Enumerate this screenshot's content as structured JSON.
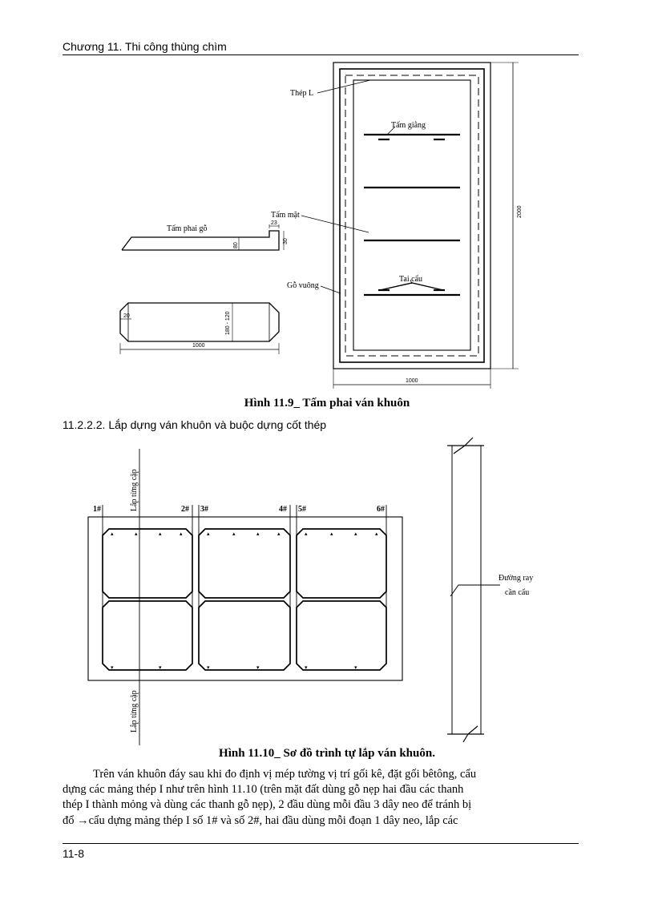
{
  "header": {
    "chapter": "Chương 11. Thi công thùng chìm"
  },
  "figure_9": {
    "caption": "Hình 11.9_ Tấm phai ván khuôn",
    "labels": {
      "thep_l": "Thép L",
      "tam_giang": "Tấm giằng",
      "tam_mat": "Tấm mặt",
      "go_vuong": "Gỗ vuông",
      "tai_cau": "Tai cẩu",
      "tam_phai_go": "Tấm phai gỗ"
    },
    "dims": {
      "height": "2000",
      "width": "1000",
      "plank_length": "1000",
      "plank_width": "180 - 120",
      "d20": "20",
      "d30": "30",
      "d23": "23",
      "d80": "80"
    }
  },
  "section_title": "11.2.2.2. Lắp dựng ván khuôn và buộc dựng cốt thép",
  "figure_10": {
    "caption": "Hình 11.10_ Sơ đồ trình tự lắp ván khuôn.",
    "markers": [
      "1#",
      "2#",
      "3#",
      "4#",
      "5#",
      "6#"
    ],
    "lap_label": "Lắp từng cặp",
    "rail_label_1": "Đường ray",
    "rail_label_2": "cần cẩu"
  },
  "body": {
    "line1": "Trên ván khuôn đáy sau khi đo định vị mép tường vị trí gối kê, đặt gối bêtông, cẩu",
    "line2": "dựng các mảng thép I như trên hình 11.10 (trên mặt đất dùng gỗ nẹp hai đầu các thanh",
    "line3": "thép I thành mỏng và dùng các thanh gỗ nẹp), 2 đầu dùng mỗi đầu 3 dây neo để tránh bị",
    "line4": "đổ →cẩu dựng mảng thép I số 1# và số 2#, hai đầu dùng mỗi đoạn 1 dây neo, lắp các"
  },
  "footer": {
    "page": "11-8"
  }
}
